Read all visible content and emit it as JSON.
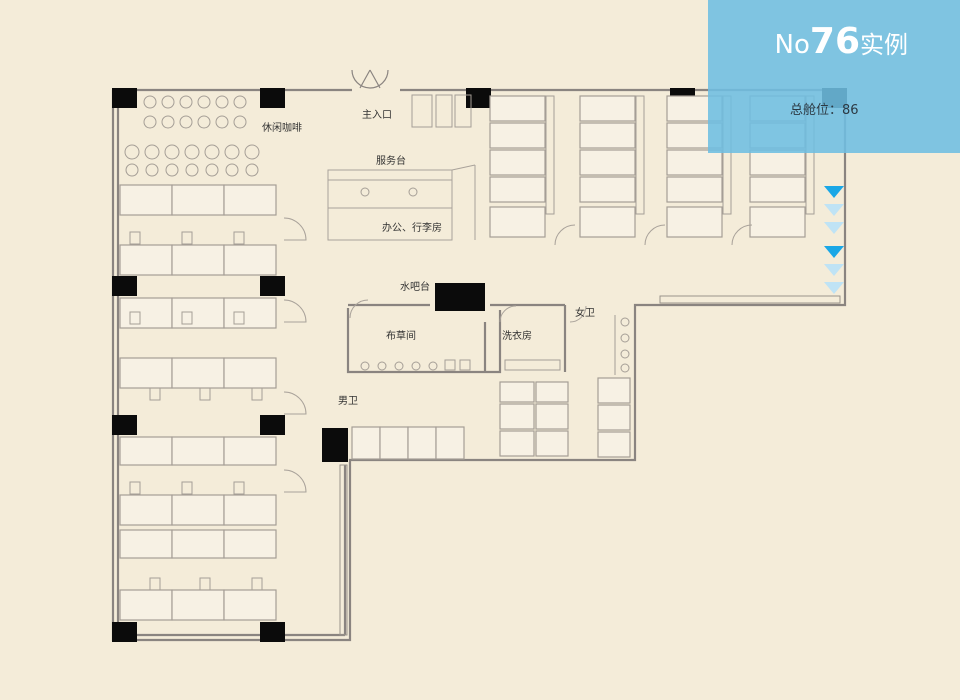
{
  "case": {
    "prefix": "No",
    "number": "76",
    "suffix": "实例"
  },
  "capacity": {
    "label": "总舱位：",
    "value": "86"
  },
  "rooms": {
    "entrance": "主入口",
    "lounge": "休闲咖啡",
    "reception": "服务台",
    "office": "办公、行李房",
    "water_bar": "水吧台",
    "linen": "布草间",
    "laundry": "洗衣房",
    "womens_wc": "女卫",
    "mens_wc": "男卫"
  },
  "colors": {
    "background": "#f4ecd9",
    "panel": "#6ebee1",
    "wall": "#8a8480",
    "pillar": "#0b0b0b",
    "arrow_dark": "#1aa7e6",
    "arrow_light": "#bfe3f5"
  }
}
